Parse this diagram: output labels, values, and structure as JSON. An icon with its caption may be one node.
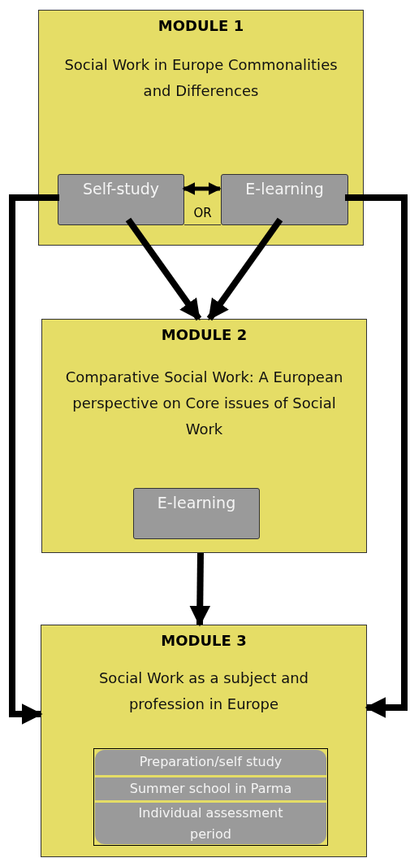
{
  "diagram": {
    "nodes": [
      {
        "text": [
          "MODULE 1",
          "Social Work in Europe Commonalities and Differences"
        ]
      },
      {
        "text": [
          "Self-study"
        ],
        "in": 0
      },
      {
        "text": [
          "OR"
        ],
        "in": 0
      },
      {
        "text": [
          "E-learning"
        ],
        "in": 0
      },
      {
        "text": [
          "MODULE 2",
          "Comparative Social Work: A European perspective on Core issues of Social Work"
        ]
      },
      {
        "text": [
          "E-learning"
        ],
        "in": 4
      },
      {
        "text": [
          "MODULE 3",
          "Social Work as a subject and profession in Europe"
        ]
      },
      {
        "text": [],
        "shape": "box",
        "in": 6
      },
      {
        "text": [
          "Preparation/self study"
        ],
        "in": 7
      },
      {
        "text": [
          "Summer school in Parma"
        ],
        "in": 7
      },
      {
        "text": [
          "Individual assessment period"
        ],
        "in": 7
      }
    ],
    "edges": [
      {
        "from": 1,
        "to": 3,
        "arrow": "both"
      },
      {
        "from": 1,
        "to": 4,
        "arrow": "to"
      },
      {
        "from": 3,
        "to": 4,
        "arrow": "to"
      },
      {
        "from": 4,
        "to": 6,
        "arrow": "to"
      },
      {
        "from": 1,
        "to": 6,
        "arrow": "to"
      },
      {
        "from": 3,
        "to": 6,
        "arrow": "to"
      }
    ]
  }
}
